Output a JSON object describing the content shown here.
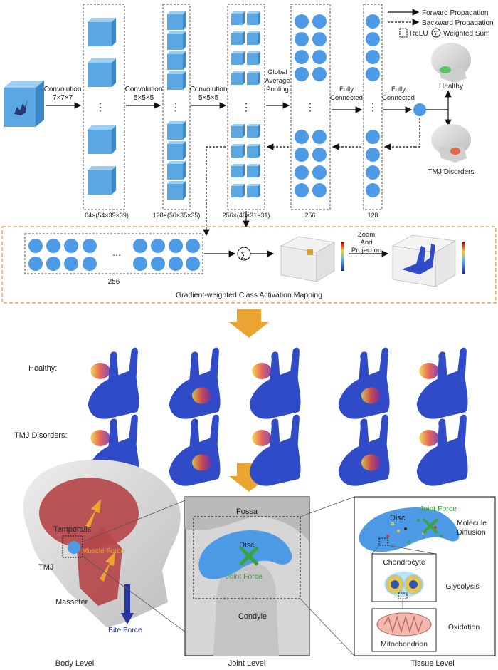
{
  "legend": {
    "forward": "Forward Propagation",
    "backward": "Backward Propagation",
    "relu": "ReLU",
    "weighted_sum": "Weighted Sum"
  },
  "network": {
    "conv1": [
      "Convolution",
      "7×7×7"
    ],
    "conv2": [
      "Convolution",
      "5×5×5"
    ],
    "conv3": [
      "Convolution",
      "5×5×5"
    ],
    "gap": [
      "Global",
      "Average",
      "Pooling"
    ],
    "fc1": [
      "Fully",
      "Connected"
    ],
    "fc2": [
      "Fully",
      "Connected"
    ],
    "dims": [
      "64×(54×39×39)",
      "128×(50×35×35)",
      "256×(46×31×31)",
      "256",
      "128"
    ],
    "outputs": [
      "Healthy",
      "TMJ Disorders"
    ]
  },
  "gradcam": {
    "count": "256",
    "zoom": [
      "Zoom",
      "And",
      "Projection"
    ],
    "title": "Gradient-weighted Class Activation Mapping"
  },
  "rows": {
    "healthy": "Healthy:",
    "tmj": "TMJ Disorders:"
  },
  "body_level": {
    "temporalis": "Temporalis",
    "muscle_force": "Muscle Force",
    "tmj": "TMJ",
    "masseter": "Masseter",
    "bite_force": "Bite Force",
    "caption": "Body Level"
  },
  "joint_level": {
    "fossa": "Fossa",
    "disc": "Disc",
    "joint_force": "Joint Force",
    "condyle": "Condyle",
    "caption": "Joint Level"
  },
  "tissue_level": {
    "disc": "Disc",
    "joint_force": "Joint Force",
    "molecule": [
      "Molecule",
      "Diffusion"
    ],
    "chondrocyte": "Chondrocyte",
    "glycolysis": "Glycolysis",
    "oxidation": "Oxidation",
    "mitochondrion": "Mitochondrion",
    "caption": "Tissue Level"
  },
  "colors": {
    "cube": "#5aa7e3",
    "disc": "#4d9be6",
    "mandible": "#2f4bc8",
    "muscle": "#b5474a",
    "arrow": "#e9a431",
    "joint_force": "#3aa339",
    "bite_force": "#2735a0",
    "dash_box": "#e0902a"
  }
}
